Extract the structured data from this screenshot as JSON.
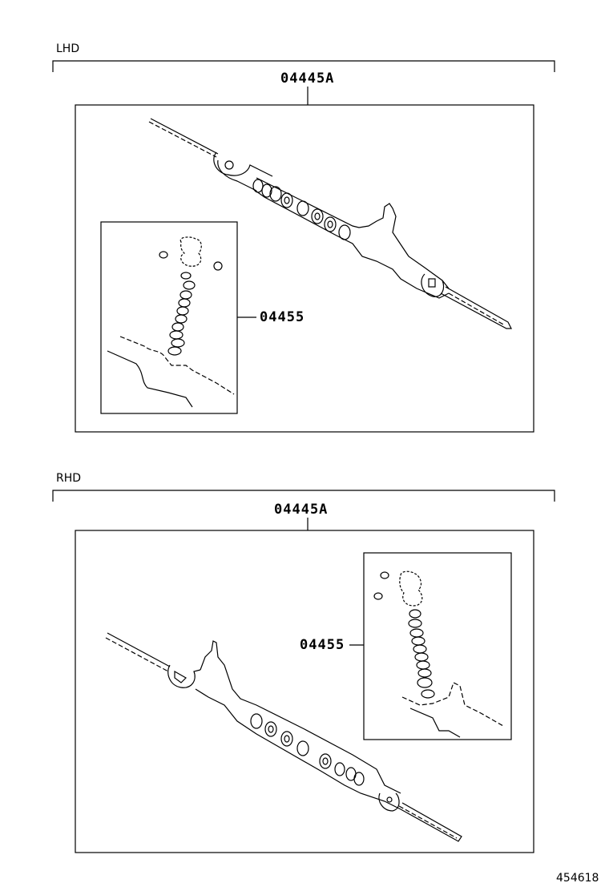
{
  "sections": [
    {
      "region": "LHD",
      "kit_part": "04445A",
      "detail_part": "04455"
    },
    {
      "region": "RHD",
      "kit_part": "04445A",
      "detail_part": "04455"
    }
  ],
  "diagram_number": "454618",
  "icons": {
    "rack": "steering-rack-icon",
    "seals": "seal-kit-icon"
  }
}
